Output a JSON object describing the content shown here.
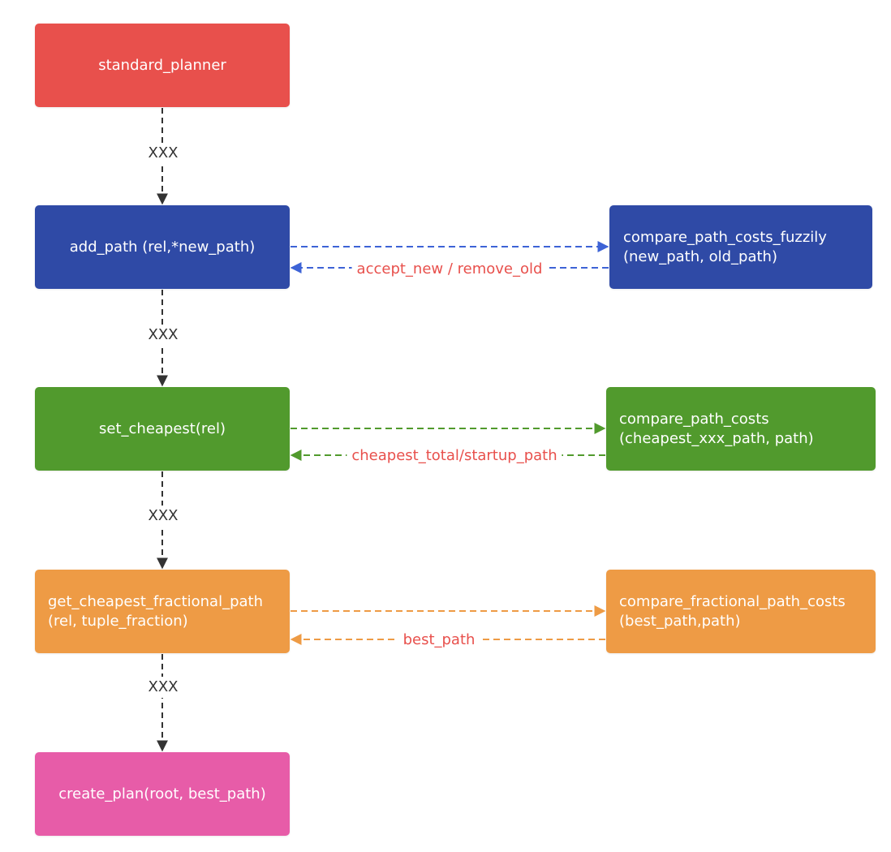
{
  "nodes": {
    "standard_planner": {
      "lines": [
        "standard_planner"
      ],
      "color": "#e8504c"
    },
    "add_path": {
      "lines": [
        "add_path (rel,*new_path)"
      ],
      "color": "#2f4aa6"
    },
    "compare_path_costs_fuzzily": {
      "lines": [
        "compare_path_costs_fuzzily",
        "(new_path, old_path)"
      ],
      "color": "#2f4aa6"
    },
    "set_cheapest": {
      "lines": [
        "set_cheapest(rel)"
      ],
      "color": "#519a2d"
    },
    "compare_path_costs": {
      "lines": [
        "compare_path_costs",
        "(cheapest_xxx_path, path)"
      ],
      "color": "#519a2d"
    },
    "get_cheapest_fractional_path": {
      "lines": [
        "get_cheapest_fractional_path",
        "(rel, tuple_fraction)"
      ],
      "color": "#ee9b45"
    },
    "compare_fractional_path_costs": {
      "lines": [
        "compare_fractional_path_costs",
        "(best_path,path)"
      ],
      "color": "#ee9b45"
    },
    "create_plan": {
      "lines": [
        "create_plan(root, best_path)"
      ],
      "color": "#e75ca8"
    }
  },
  "edges": {
    "planner_to_add_path": {
      "label": "XXX",
      "color": "#333333"
    },
    "add_path_to_set_cheapest": {
      "label": "XXX",
      "color": "#333333"
    },
    "set_cheapest_to_get_fractional": {
      "label": "XXX",
      "color": "#333333"
    },
    "get_fractional_to_create_plan": {
      "label": "XXX",
      "color": "#333333"
    },
    "add_path_to_fuzzy": {
      "label": "",
      "color": "#3d63d6"
    },
    "fuzzy_to_add_path": {
      "label": "accept_new / remove_old",
      "color": "#3d63d6"
    },
    "set_cheapest_to_costs": {
      "label": "",
      "color": "#519a2d"
    },
    "costs_to_set_cheapest": {
      "label": "cheapest_total/startup_path",
      "color": "#519a2d"
    },
    "get_fractional_to_frac_costs": {
      "label": "",
      "color": "#ee9b45"
    },
    "frac_costs_to_get_fractional": {
      "label": "best_path",
      "color": "#ee9b45"
    }
  },
  "edge_label_color": "#e8504c"
}
